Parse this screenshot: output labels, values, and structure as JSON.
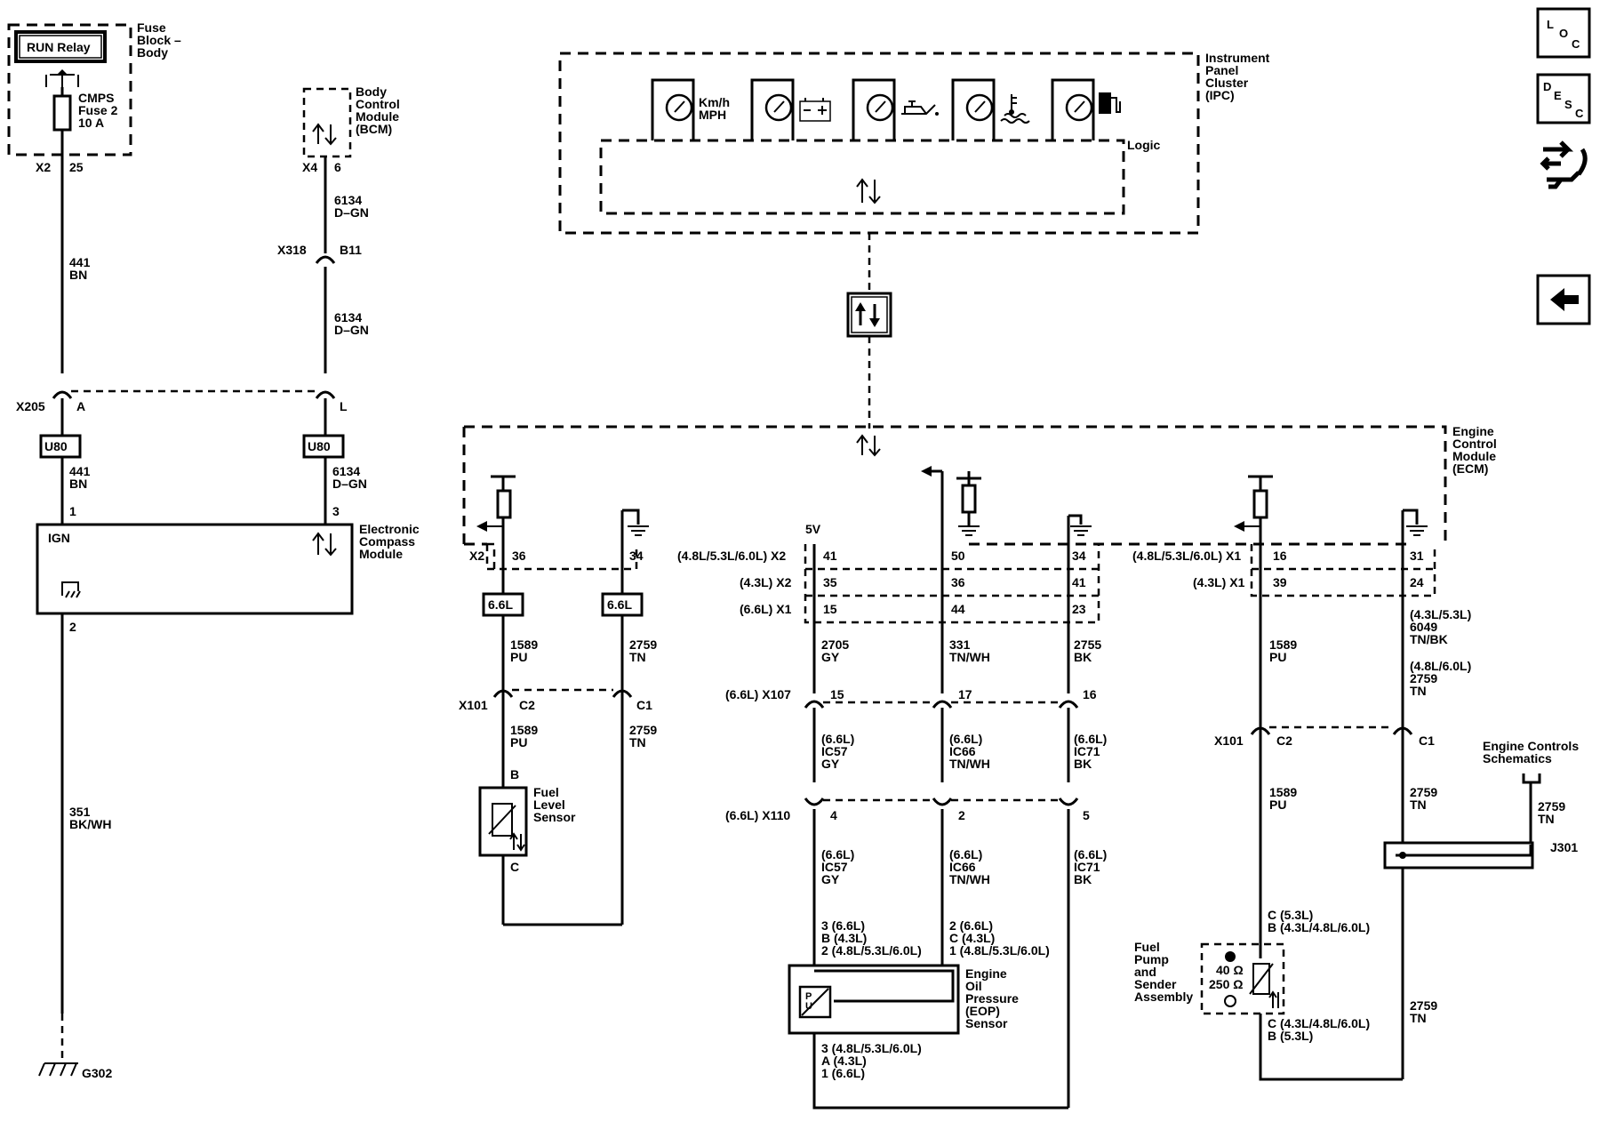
{
  "fuse_block": {
    "label": "Fuse\nBlock –\nBody",
    "relay": "RUN Relay",
    "fuse": "CMPS\nFuse 2\n10 A",
    "conn": "X2",
    "pin": "25"
  },
  "bcm": {
    "label": "Body\nControl\nModule\n(BCM)",
    "conn": "X4",
    "pin": "6"
  },
  "ipc": {
    "label": "Instrument\nPanel\nCluster\n(IPC)",
    "logic": "Logic",
    "speed": "Km/h\nMPH"
  },
  "ecm": {
    "label": "Engine\nControl\nModule\n(ECM)",
    "fivev": "5V"
  },
  "compass": {
    "label": "Electronic\nCompass\nModule",
    "ign": "IGN",
    "pin1": "1",
    "pin3": "3",
    "pin2": "2"
  },
  "wires_left": {
    "w441a": "441\nBN",
    "w6134a": "6134\nD–GN",
    "x318": "X318",
    "b11": "B11",
    "w6134b": "6134\nD–GN",
    "x205": "X205",
    "a": "A",
    "l": "L",
    "u80": "U80",
    "w441b": "441\nBN",
    "w6134c": "6134\nD–GN",
    "w351": "351\nBK/WH",
    "g302": "G302"
  },
  "fuel_level": {
    "x2": "X2",
    "p36": "36",
    "p34": "34",
    "opt": "6.6L",
    "w1589a": "1589\nPU",
    "w2759a": "2759\nTN",
    "x101": "X101",
    "c2": "C2",
    "c1": "C1",
    "w1589b": "1589\nPU",
    "w2759b": "2759\nTN",
    "b": "B",
    "c": "C",
    "label": "Fuel\nLevel\nSensor"
  },
  "eop": {
    "r1": "(4.8L/5.3L/6.0L) X2",
    "r2": "(4.3L) X2",
    "r3": "(6.6L) X1",
    "c1": [
      "41",
      "35",
      "15"
    ],
    "c2": [
      "50",
      "36",
      "44"
    ],
    "c3": [
      "34",
      "41",
      "23"
    ],
    "w1": "2705\nGY",
    "w2": "331\nTN/WH",
    "w3": "2755\nBK",
    "x107": "(6.6L) X107",
    "x107p": [
      "15",
      "17",
      "16"
    ],
    "m1": "(6.6L)\nIC57\nGY",
    "m2": "(6.6L)\nIC66\nTN/WH",
    "m3": "(6.6L)\nIC71\nBK",
    "x110": "(6.6L) X110",
    "x110p": [
      "4",
      "2",
      "5"
    ],
    "pinsA": "3 (6.6L)\nB (4.3L)\n2 (4.8L/5.3L/6.0L)",
    "pinsB": "2 (6.6L)\nC (4.3L)\n1 (4.8L/5.3L/6.0L)",
    "pinsC": "3 (4.8L/5.3L/6.0L)\nA (4.3L)\n1 (6.6L)",
    "label": "Engine\nOil\nPressure\n(EOP)\nSensor",
    "pu": "P\nU"
  },
  "fuel_pump": {
    "r1": "(4.8L/5.3L/6.0L) X1",
    "r2": "(4.3L) X1",
    "p16": "16",
    "p39": "39",
    "p31": "31",
    "p24": "24",
    "w1589a": "1589\nPU",
    "wr": "(4.3L/5.3L)\n6049\nTN/BK",
    "wr2": "(4.8L/6.0L)\n2759\nTN",
    "x101": "X101",
    "c2": "C2",
    "c1": "C1",
    "w1589b": "1589\nPU",
    "w2759b": "2759\nTN",
    "ecs": "Engine Controls\nSchematics",
    "w2759c": "2759\nTN",
    "j301": "J301",
    "pinsTop": "C (5.3L)\nB (4.3L/4.8L/6.0L)",
    "pinsBot": "C (4.3L/4.8L/6.0L)\nB (5.3L)",
    "w2759d": "2759\nTN",
    "r40": "40 Ω",
    "r250": "250 Ω",
    "label": "Fuel\nPump\nand\nSender\nAssembly"
  },
  "nav": {
    "loc1": "L",
    "loc2": "O",
    "loc3": "C",
    "desc1": "D",
    "desc2": "E",
    "desc3": "S",
    "desc4": "C"
  }
}
